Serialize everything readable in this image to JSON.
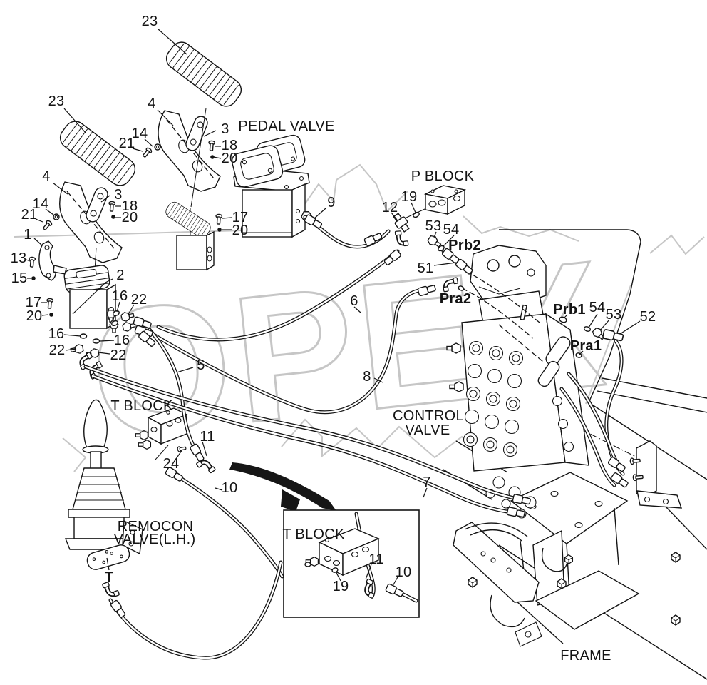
{
  "diagram": {
    "watermark": "OPEX",
    "labels": {
      "pedal_valve": "PEDAL VALVE",
      "p_block": "P BLOCK",
      "t_block": "T BLOCK",
      "control_valve_line1": "CONTROL",
      "control_valve_line2": "VALVE",
      "remocon_line1": "REMOCON",
      "remocon_line2": "VALVE(L.H.)",
      "t_block_inset": "T BLOCK",
      "frame": "FRAME"
    },
    "ports": {
      "prb2": "Prb2",
      "pra2": "Pra2",
      "prb1": "Prb1",
      "pra1": "Pra1",
      "t_port": "T"
    },
    "callouts": [
      {
        "id": "23-upper",
        "text": "23"
      },
      {
        "id": "23-lower",
        "text": "23"
      },
      {
        "id": "4-upper",
        "text": "4"
      },
      {
        "id": "4-lower",
        "text": "4"
      },
      {
        "id": "14-upper",
        "text": "14"
      },
      {
        "id": "21-upper",
        "text": "21"
      },
      {
        "id": "3-upper",
        "text": "3"
      },
      {
        "id": "18-upper",
        "text": "18"
      },
      {
        "id": "20-upper",
        "text": "20"
      },
      {
        "id": "14-lower",
        "text": "14"
      },
      {
        "id": "21-lower",
        "text": "21"
      },
      {
        "id": "3-lower",
        "text": "3"
      },
      {
        "id": "18-lower",
        "text": "18"
      },
      {
        "id": "20-lower",
        "text": "20"
      },
      {
        "id": "17-mid",
        "text": "17"
      },
      {
        "id": "20-mid",
        "text": "20"
      },
      {
        "id": "9",
        "text": "9"
      },
      {
        "id": "1",
        "text": "1"
      },
      {
        "id": "13",
        "text": "13"
      },
      {
        "id": "15",
        "text": "15"
      },
      {
        "id": "17-left",
        "text": "17"
      },
      {
        "id": "20-left",
        "text": "20"
      },
      {
        "id": "2",
        "text": "2"
      },
      {
        "id": "16-a",
        "text": "16"
      },
      {
        "id": "22-a",
        "text": "22"
      },
      {
        "id": "16-b",
        "text": "16"
      },
      {
        "id": "16-c",
        "text": "16"
      },
      {
        "id": "22-b",
        "text": "22"
      },
      {
        "id": "22-c",
        "text": "22"
      },
      {
        "id": "5",
        "text": "5"
      },
      {
        "id": "12",
        "text": "12"
      },
      {
        "id": "19-pblock",
        "text": "19"
      },
      {
        "id": "53-left",
        "text": "53"
      },
      {
        "id": "54-left",
        "text": "54"
      },
      {
        "id": "51",
        "text": "51"
      },
      {
        "id": "6",
        "text": "6"
      },
      {
        "id": "8",
        "text": "8"
      },
      {
        "id": "7",
        "text": "7"
      },
      {
        "id": "54-right",
        "text": "54"
      },
      {
        "id": "53-right",
        "text": "53"
      },
      {
        "id": "52",
        "text": "52"
      },
      {
        "id": "11-main",
        "text": "11"
      },
      {
        "id": "24",
        "text": "24"
      },
      {
        "id": "10-main",
        "text": "10"
      },
      {
        "id": "11-inset",
        "text": "11"
      },
      {
        "id": "19-inset",
        "text": "19"
      },
      {
        "id": "10-inset",
        "text": "10"
      }
    ]
  },
  "colors": {
    "line": "#141414",
    "watermark": "#c6c6c6",
    "background": "#ffffff"
  }
}
